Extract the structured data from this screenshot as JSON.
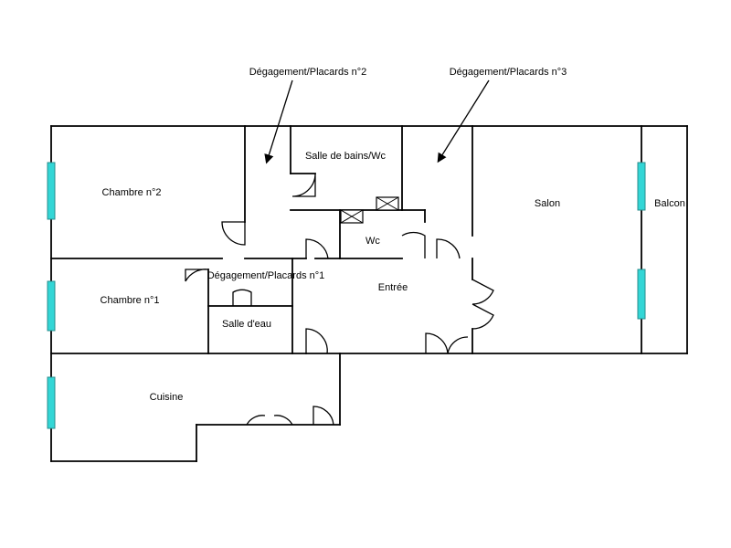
{
  "rooms": {
    "chambre2": "Chambre n°2",
    "chambre1": "Chambre n°1",
    "cuisine": "Cuisine",
    "salle_bains": "Salle de bains/Wc",
    "wc": "Wc",
    "degagement1": "Dégagement/Placards n°1",
    "salle_eau": "Salle d'eau",
    "entree": "Entrée",
    "salon": "Salon",
    "balcon": "Balcon"
  },
  "callouts": {
    "degagement2": "Dégagement/Placards n°2",
    "degagement3": "Dégagement/Placards n°3"
  },
  "colors": {
    "wall": "#000000",
    "window": "#33d6d6"
  }
}
